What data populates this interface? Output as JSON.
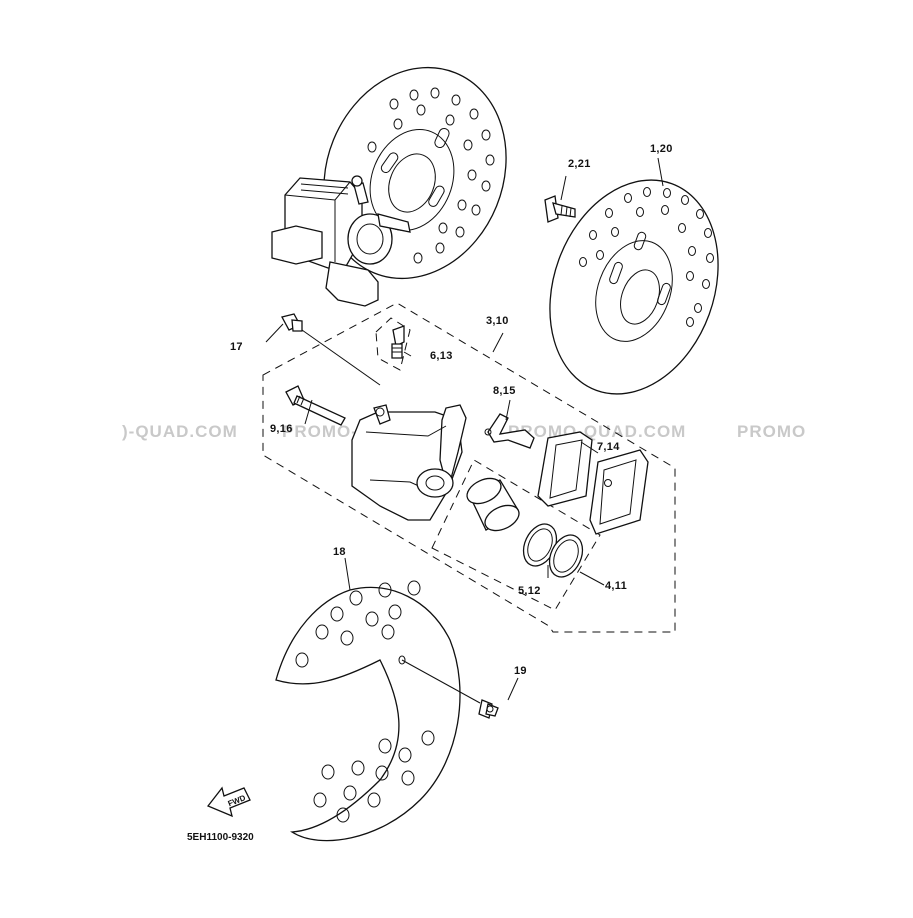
{
  "watermark": {
    "segments": [
      ")-QUAD.COM",
      "PROMO-QUAD.COM",
      "PROMO-QUAD.COM",
      "PROMO"
    ]
  },
  "labels": {
    "l1_20": "1,20",
    "l2_21": "2,21",
    "l3_10": "3,10",
    "l4_11": "4,11",
    "l5_12": "5,12",
    "l6_13": "6,13",
    "l7_14": "7,14",
    "l8_15": "8,15",
    "l9_16": "9,16",
    "l17": "17",
    "l18": "18",
    "l19": "19"
  },
  "fwd_arrow": "FWD",
  "diagram_code": "5EH1100-9320",
  "colors": {
    "line": "#111111",
    "watermark": "#c9c9c9",
    "background": "#ffffff"
  }
}
